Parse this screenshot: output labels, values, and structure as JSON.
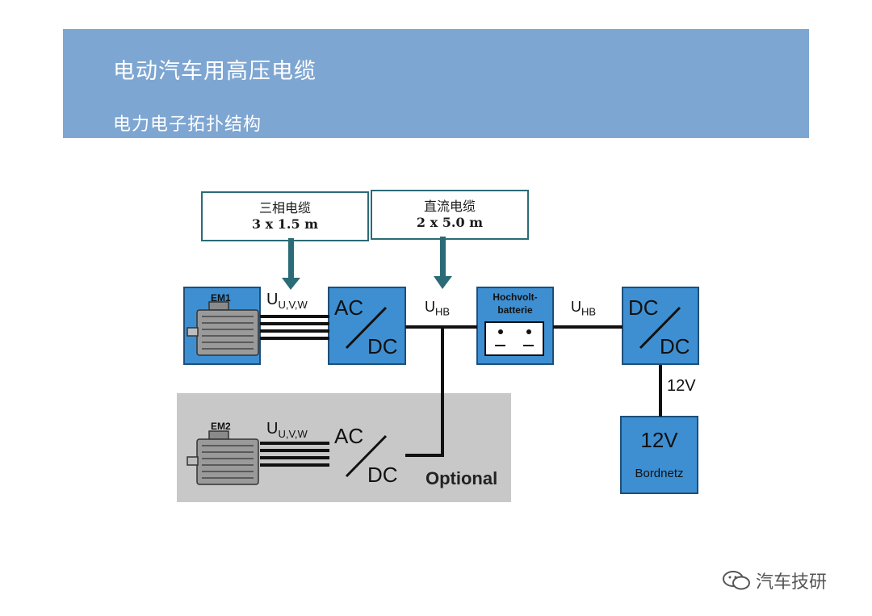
{
  "header": {
    "title": "电动汽车用高压电缆",
    "subtitle": "电力电子拓扑结构"
  },
  "callouts": {
    "three_phase": {
      "line1": "三相电缆",
      "line2": "3 x 1.5 m"
    },
    "dc": {
      "line1": "直流电缆",
      "line2": "2 x 5.0 m"
    }
  },
  "motors": {
    "em1": "EM1",
    "em2": "EM2"
  },
  "voltage_labels": {
    "u_main": "U",
    "u_sub": "U,V,W",
    "hb_main": "U",
    "hb_sub": "HB"
  },
  "converters": {
    "ac": "AC",
    "dc": "DC"
  },
  "battery": {
    "line1": "Hochvolt-",
    "line2": "batterie"
  },
  "low_voltage": {
    "label": "12V",
    "box_value": "12V",
    "box_name": "Bordnetz"
  },
  "optional_label": "Optional",
  "watermark": "汽车技研"
}
